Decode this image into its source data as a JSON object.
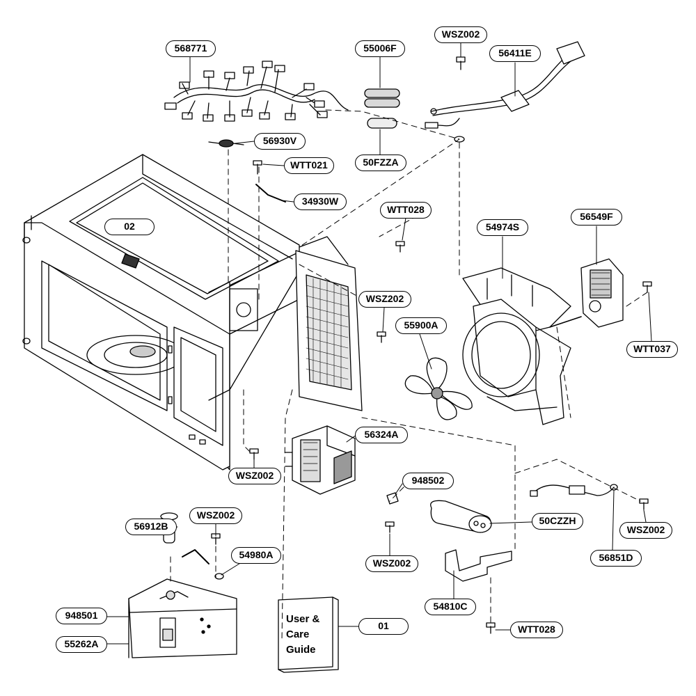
{
  "callouts": {
    "c568771": "568771",
    "c55006F": "55006F",
    "cWSZ002_top": "WSZ002",
    "c56411E": "56411E",
    "c56930V": "56930V",
    "c50FZZA": "50FZZA",
    "cWTT021": "WTT021",
    "c34930W": "34930W",
    "cWTT028_mid": "WTT028",
    "c54974S": "54974S",
    "c56549F": "56549F",
    "c02": "02",
    "cWSZ202": "WSZ202",
    "c55900A": "55900A",
    "cWTT037": "WTT037",
    "c56324A": "56324A",
    "cWSZ002_left": "WSZ002",
    "c948502": "948502",
    "c56912B": "56912B",
    "cWSZ002_lower": "WSZ002",
    "c50CZZH": "50CZZH",
    "cWSZ002_right": "WSZ002",
    "c54980A": "54980A",
    "c56851D": "56851D",
    "cWSZ002_bottom": "WSZ002",
    "c948501": "948501",
    "c54810C": "54810C",
    "c01": "01",
    "c55262A": "55262A",
    "cWTT028_bottom": "WTT028"
  },
  "manual": {
    "line1": "User &",
    "line2": "Care",
    "line3": "Guide"
  },
  "colors": {
    "ink": "#000000",
    "paper": "#ffffff",
    "shade": "#d9d9d9"
  }
}
